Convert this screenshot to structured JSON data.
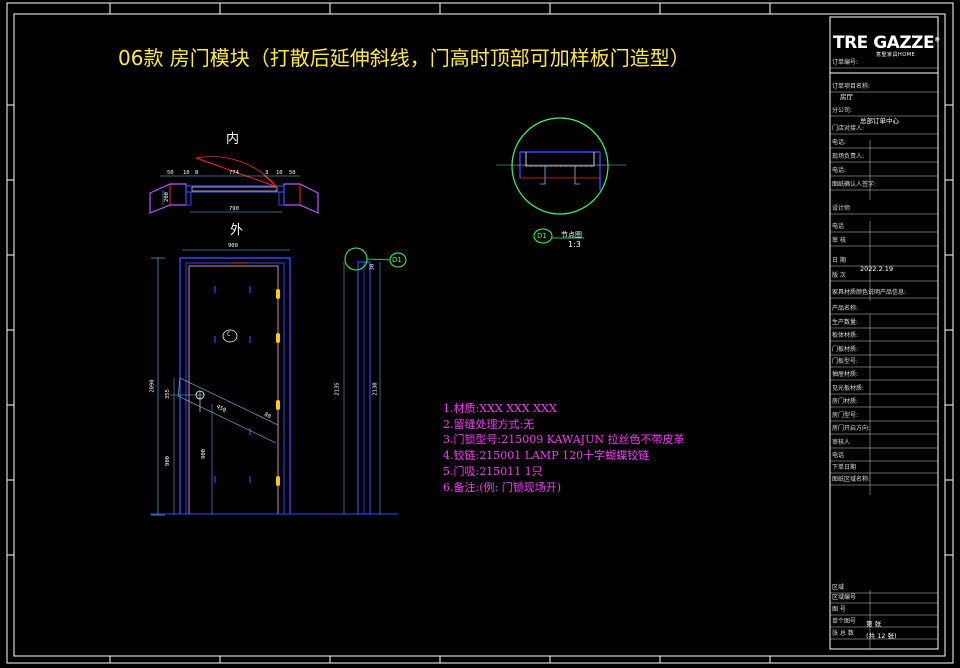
{
  "title": "06款 房门模块（打散后延伸斜线，门高时顶部可加样板门造型）",
  "plan": {
    "inside_label": "内",
    "outside_label": "外",
    "dims_top": [
      "50",
      "10",
      "8",
      "774",
      "3",
      "10",
      "50"
    ],
    "dim_bottom": "790",
    "dim_left": "200",
    "dim_door_width": "900"
  },
  "elevation": {
    "dim_total_height": "2090",
    "dim_upper": "355",
    "dim_lower": "900",
    "dim_handle": "900",
    "dim_diag_1": "450",
    "dim_diag_2": "80",
    "handle_label": "C"
  },
  "section": {
    "dim_height_1": "2135",
    "dim_height_2": "2130",
    "dim_top": "30",
    "callout": "D1"
  },
  "detail": {
    "callout": "D1",
    "label": "节点图",
    "scale": "1:3"
  },
  "notes": [
    "1.材质:XXX XXX XXX",
    "2.留缝处理方式:无",
    "3.门锁型号:215009 KAWAJUN 拉丝色不带皮革",
    "4.铰链:215001 LAMP 120十字蝴蝶铰链",
    "5.门吸:215011  1只",
    "6.备注:(例: 门锁现场开)"
  ],
  "title_block": {
    "logo": "TRE GAZZE",
    "logo_registered": "®",
    "logo_sub": "意墅家具HOME",
    "rows": [
      {
        "label": "订单编号:",
        "value": ""
      },
      {
        "label": "订单项目名称:",
        "value": "房厅"
      },
      {
        "label": "分公司:",
        "value": "总部订单中心"
      },
      {
        "label": "门店对接人:",
        "value": ""
      },
      {
        "label": "电话:",
        "value": ""
      },
      {
        "label": "现场负责人:",
        "value": ""
      },
      {
        "label": "电话:",
        "value": ""
      },
      {
        "label": "图纸确认人签字:",
        "value": ""
      },
      {
        "label": "设计师",
        "value": ""
      },
      {
        "label": "电话",
        "value": ""
      },
      {
        "label": "审  核",
        "value": ""
      },
      {
        "label": "日  期",
        "value": "2022.2.19"
      },
      {
        "label": "版  次",
        "value": ""
      },
      {
        "label": "家具材质颜色说明产品信息:",
        "value": ""
      },
      {
        "label": "产品名称:",
        "value": ""
      },
      {
        "label": "生产数量:",
        "value": ""
      },
      {
        "label": "板体材质:",
        "value": ""
      },
      {
        "label": "门板材质:",
        "value": ""
      },
      {
        "label": "门板型号:",
        "value": ""
      },
      {
        "label": "抽屉材质:",
        "value": ""
      },
      {
        "label": "见光板材质:",
        "value": ""
      },
      {
        "label": "房门材质:",
        "value": ""
      },
      {
        "label": "房门型号:",
        "value": ""
      },
      {
        "label": "房门开启方向:",
        "value": ""
      },
      {
        "label": "审核人",
        "value": ""
      },
      {
        "label": "电话",
        "value": ""
      },
      {
        "label": "下单日期",
        "value": ""
      },
      {
        "label": "图纸区域名称:",
        "value": ""
      },
      {
        "label": "区域",
        "value": ""
      },
      {
        "label": "区域编号",
        "value": ""
      },
      {
        "label": "图  号",
        "value": ""
      },
      {
        "label": "单个图号",
        "value": "第  张"
      },
      {
        "label": "张 总 数",
        "value": "(共 12 张)"
      }
    ]
  },
  "colors": {
    "background": "#000000",
    "title": "#ffeb3b",
    "frame": "#ffffff",
    "door": "#3344ff",
    "dim": "#66ccff",
    "notes": "#ff33ff",
    "detail": "#33ff66",
    "red": "#ff2222",
    "hinge": "#ffcc00",
    "wall": "#bb55ff"
  }
}
